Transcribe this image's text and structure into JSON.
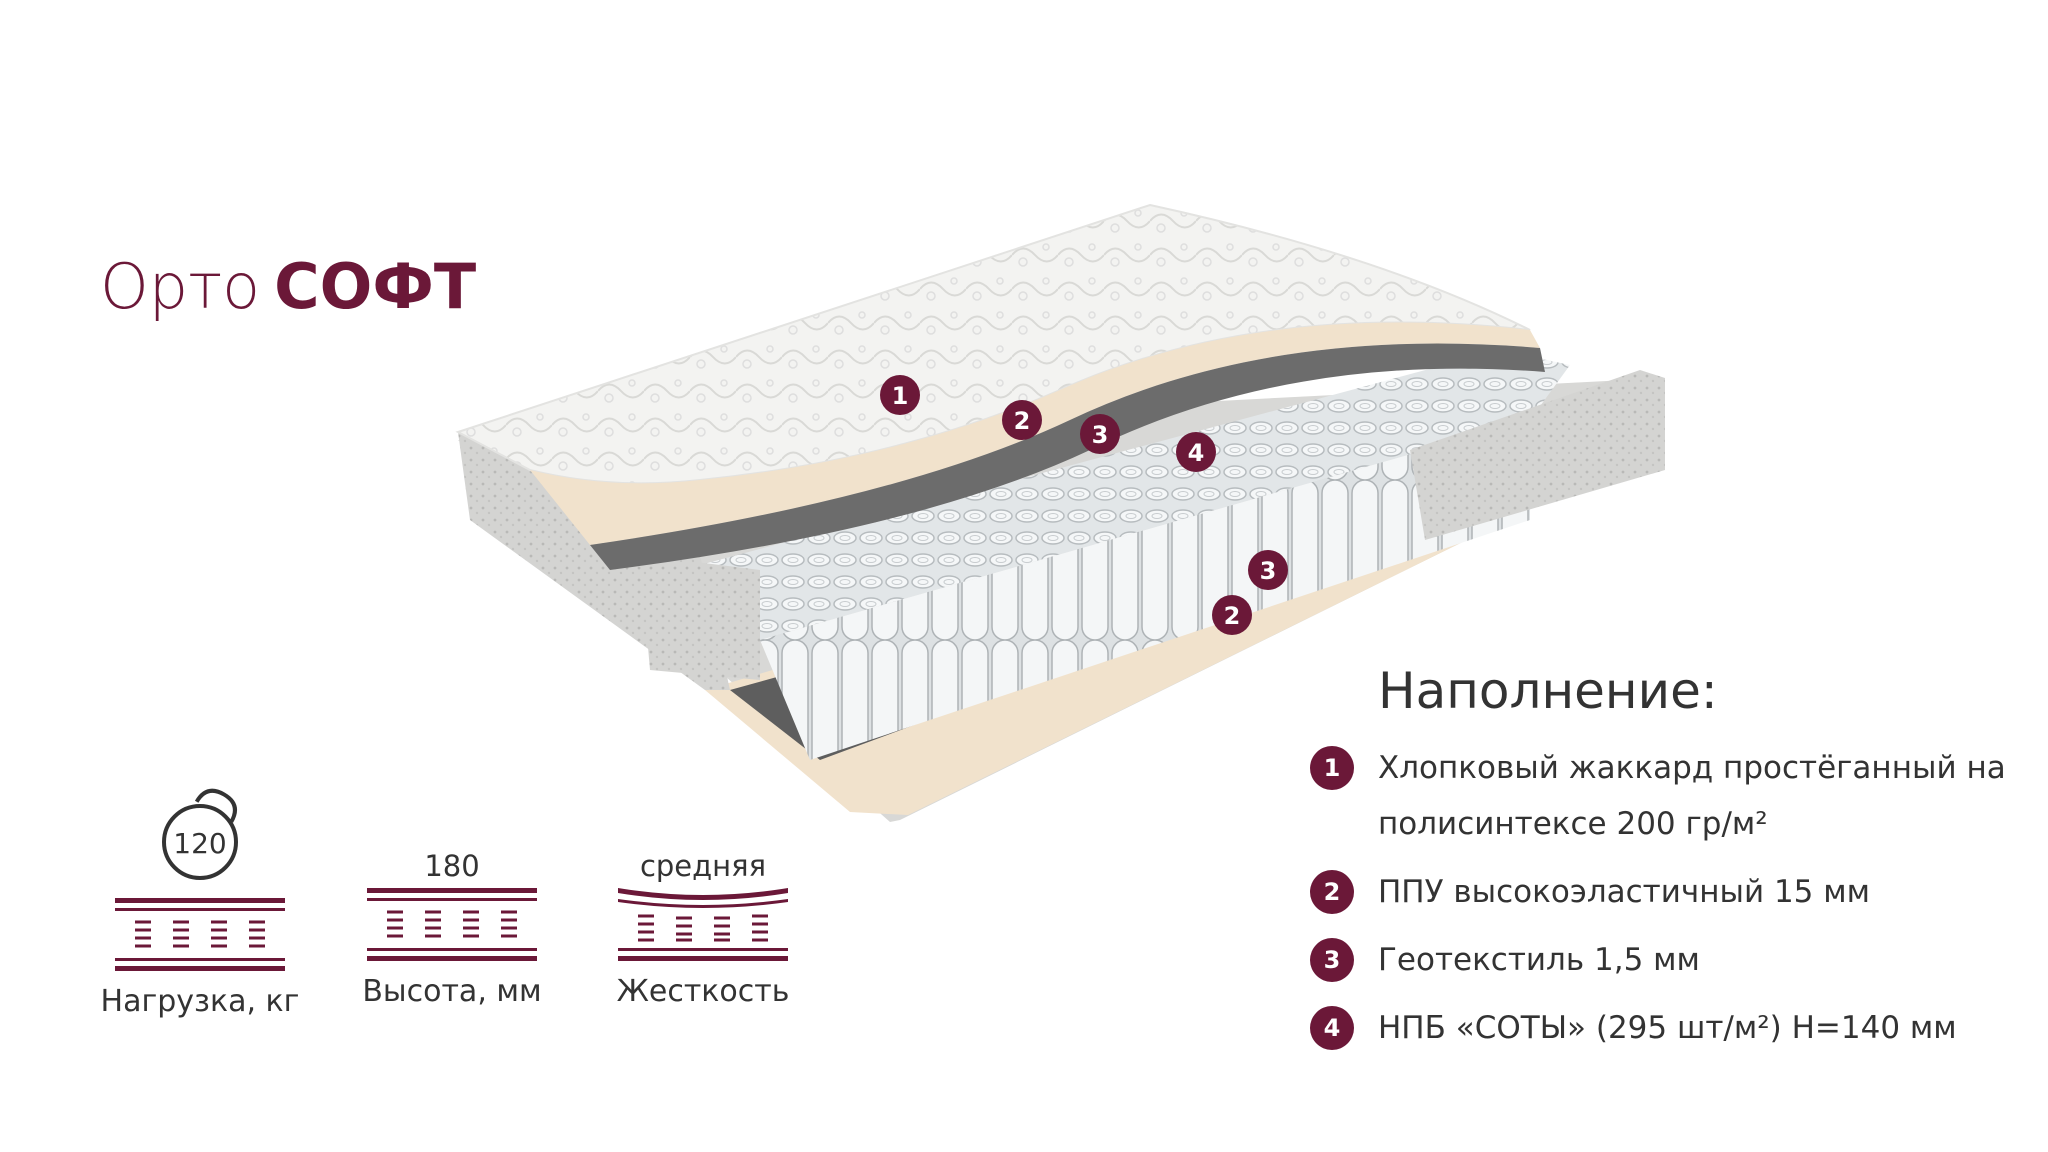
{
  "product": {
    "title_light": "Орто",
    "title_bold": "СОФТ"
  },
  "illustration": {
    "markers": [
      "1",
      "2",
      "3",
      "4",
      "3",
      "2"
    ]
  },
  "filling": {
    "heading": "Наполнение:",
    "items": [
      {
        "number": "1",
        "text_line1": "Хлопковый жаккард простёганный на",
        "text_line2": "полисинтексе 200 гр/м²"
      },
      {
        "number": "2",
        "text": "ППУ высокоэластичный 15 мм"
      },
      {
        "number": "3",
        "text": "Геотекстиль 1,5 мм"
      },
      {
        "number": "4",
        "text": "НПБ «СОТЫ» (295 шт/м²) H=140 мм"
      }
    ]
  },
  "specs": [
    {
      "value": "120",
      "label": "Нагрузка, кг",
      "icon": "kettlebell-icon"
    },
    {
      "value": "180",
      "label": "Высота, мм",
      "icon": "mattress-height-icon"
    },
    {
      "value": "средняя",
      "label": "Жесткость",
      "icon": "mattress-firmness-icon"
    }
  ],
  "colors": {
    "accent": "#6b1838",
    "text": "#333333",
    "foam": "#f1e2cc",
    "geotextile": "#6c6c6c"
  }
}
